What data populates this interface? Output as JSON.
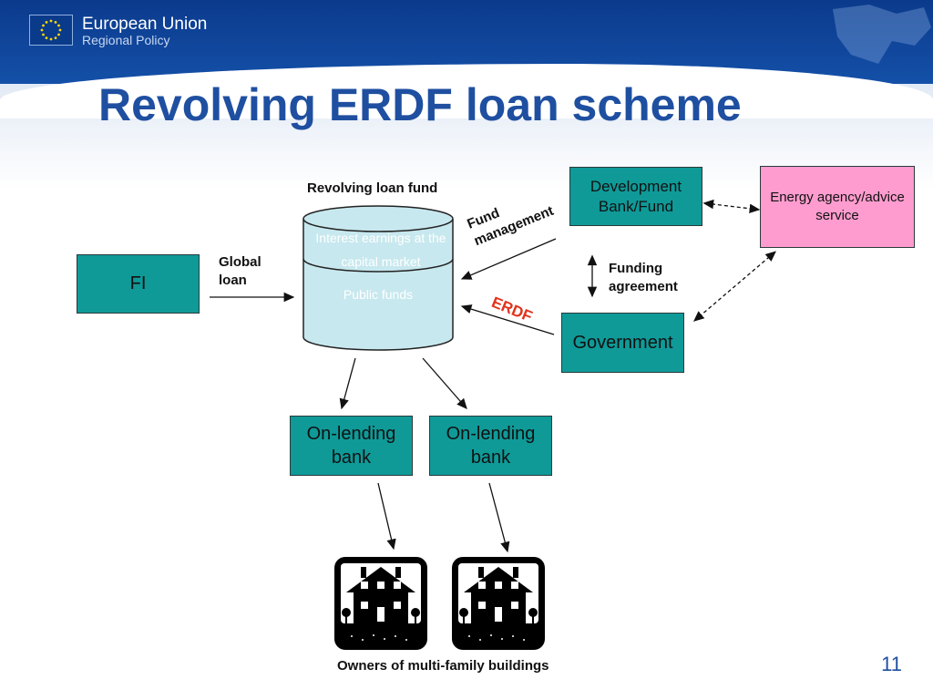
{
  "header": {
    "org_name": "European Union",
    "org_sub": "Regional Policy"
  },
  "title": "Revolving ERDF loan scheme",
  "diagram": {
    "fund_label": "Revolving loan fund",
    "fund_top_text": "Interest earnings at the capital market",
    "fund_bottom_text": "Public funds",
    "fi": "FI",
    "global_loan": "Global loan",
    "dev_bank": "Development Bank/Fund",
    "energy_agency": "Energy agency/advice service",
    "fund_management": "Fund management",
    "funding_agreement": "Funding agreement",
    "erdf": "ERDF",
    "government": "Government",
    "on_lending_1": "On-lending bank",
    "on_lending_2": "On-lending bank",
    "owners": "Owners of multi-family buildings"
  },
  "page_number": "11",
  "colors": {
    "teal": "#0f9a98",
    "pink": "#ff9ccf",
    "title_blue": "#1f4fa0",
    "erdf_red": "#e2321c"
  }
}
